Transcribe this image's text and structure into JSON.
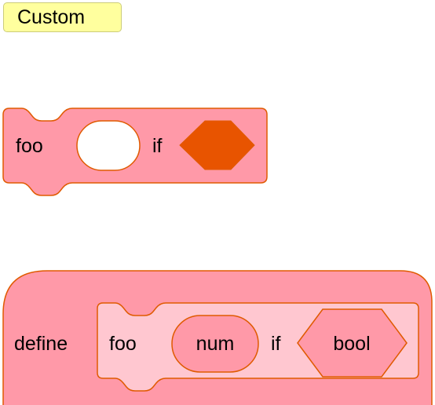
{
  "category": {
    "label": "Custom",
    "color": "#ffff9e"
  },
  "call_block": {
    "name": "foo",
    "separator": "if",
    "color": "#ff99a8",
    "stroke": "#e05a00",
    "boolean_slot_color": "#e85400"
  },
  "define_block": {
    "keyword": "define",
    "prototype": {
      "name": "foo",
      "param_number": "num",
      "separator": "if",
      "param_boolean": "bool"
    },
    "color": "#ff99a8",
    "inner_color": "#ffc7d0",
    "stroke": "#e05a00"
  }
}
